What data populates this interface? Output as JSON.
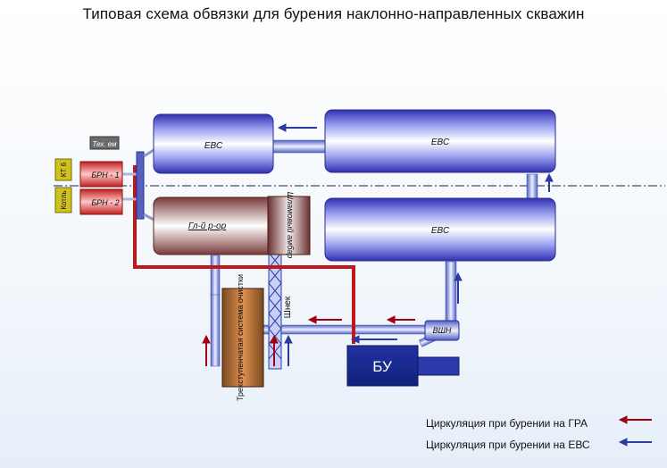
{
  "title": "Типовая схема обвязки для бурения наклонно-направленных скважин",
  "labels": {
    "evs_small": "ЕВС",
    "evs_top": "ЕВС",
    "evs_bottom": "ЕВС",
    "gl_ir": "Гл-й р-ор",
    "shlam": "Шламовый амбар",
    "tekh": "Тех. ем",
    "kt6": "КТ 6",
    "kotl": "Котль",
    "brn1": "БРН - 1",
    "brn2": "БРН - 2",
    "trekh": "Трехступенчатая система очистки",
    "shnek": "Шнек",
    "vshn": "ВШН",
    "bu": "БУ"
  },
  "legend": [
    {
      "label": "Циркуляция при бурении на ГРА",
      "color": "#a00012"
    },
    {
      "label": "Циркуляция при бурении на ЕВС",
      "color": "#2a3aa0"
    }
  ]
}
